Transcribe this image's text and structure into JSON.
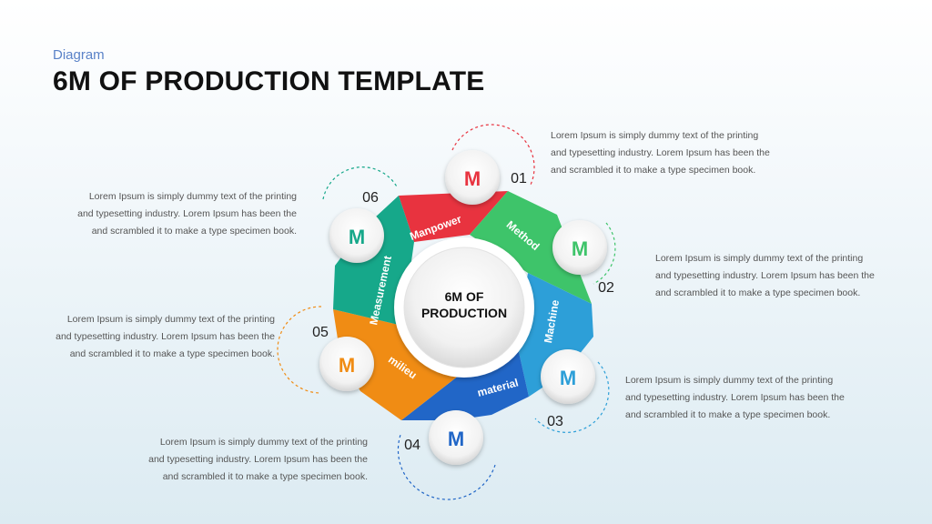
{
  "header": {
    "kicker": "Diagram",
    "title": "6M OF PRODUCTION TEMPLATE"
  },
  "center": {
    "line1": "6M OF",
    "line2": "PRODUCTION"
  },
  "segments": [
    {
      "num": "01",
      "letter": "M",
      "label": "Manpower",
      "color": "#e8333f"
    },
    {
      "num": "02",
      "letter": "M",
      "label": "Method",
      "color": "#3ec46a"
    },
    {
      "num": "03",
      "letter": "M",
      "label": "Machine",
      "color": "#2d9fd8"
    },
    {
      "num": "04",
      "letter": "M",
      "label": "material",
      "color": "#2166c7"
    },
    {
      "num": "05",
      "letter": "M",
      "label": "milieu",
      "color": "#f08c14"
    },
    {
      "num": "06",
      "letter": "M",
      "label": "Measurement",
      "color": "#16a88a"
    }
  ],
  "descriptions": {
    "d1": {
      "line1": "Lorem Ipsum is simply dummy text of the printing",
      "line2": "and typesetting industry. Lorem Ipsum has been the",
      "line3": "and scrambled  it to make a type specimen  book."
    },
    "d2": {
      "line1": "Lorem Ipsum is simply dummy text of the printing",
      "line2": "and typesetting industry. Lorem Ipsum has been the",
      "line3": "and scrambled  it to make a type specimen  book."
    },
    "d3": {
      "line1": "Lorem Ipsum is simply dummy text of the printing",
      "line2": "and typesetting industry. Lorem Ipsum has been the",
      "line3": "and scrambled  it to make a type specimen  book."
    },
    "d4": {
      "line1": "Lorem Ipsum is simply dummy text of the printing",
      "line2": "and typesetting industry. Lorem Ipsum has been the",
      "line3": "and scrambled  it to make a type specimen  book."
    },
    "d5": {
      "line1": "Lorem Ipsum is simply dummy text of the printing",
      "line2": "and typesetting industry. Lorem Ipsum has been the",
      "line3": "and scrambled  it to make a type specimen  book."
    },
    "d6": {
      "line1": "Lorem Ipsum is simply dummy text of the printing",
      "line2": "and typesetting industry. Lorem Ipsum has been the",
      "line3": "and scrambled  it to make a type specimen  book."
    }
  }
}
